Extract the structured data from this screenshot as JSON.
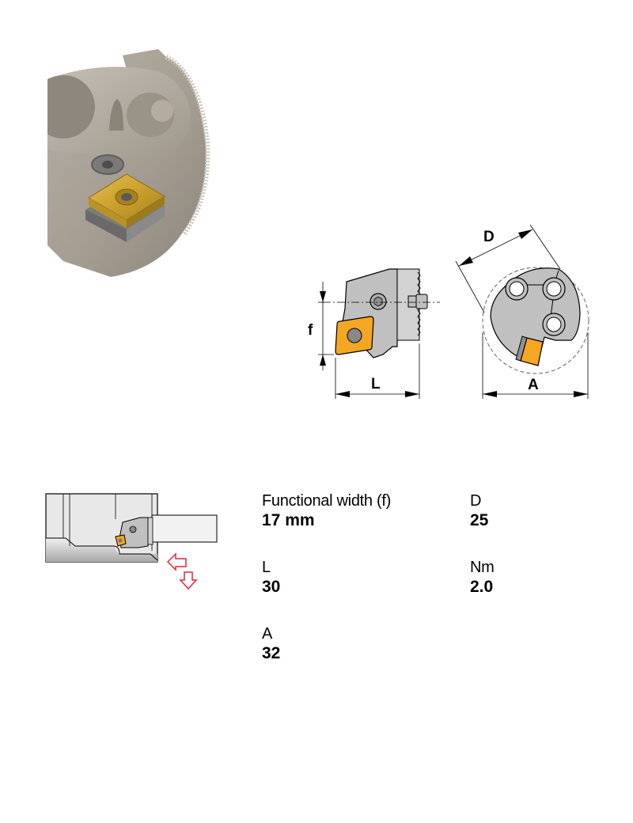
{
  "product_image": {
    "alt": "Rendered cutting head with square insert",
    "insert_color": "#d9a52c",
    "body_color": "#a49d92"
  },
  "side_view_diagram": {
    "dimension_labels": {
      "f": "f",
      "L": "L"
    },
    "insert_color": "#f5a623",
    "body_color": "#c0c0c0"
  },
  "front_view_diagram": {
    "dimension_labels": {
      "D": "D",
      "A": "A"
    },
    "insert_color": "#f5a623",
    "body_color": "#c0c0c0"
  },
  "application_diagram": {
    "arrow_color": "#e2263d",
    "insert_color": "#f5a623"
  },
  "specs": [
    {
      "label": "Functional width (f)",
      "value": "17 mm"
    },
    {
      "label": "D",
      "value": "25"
    },
    {
      "label": "L",
      "value": "30"
    },
    {
      "label": "Nm",
      "value": "2.0"
    },
    {
      "label": "A",
      "value": "32"
    }
  ]
}
